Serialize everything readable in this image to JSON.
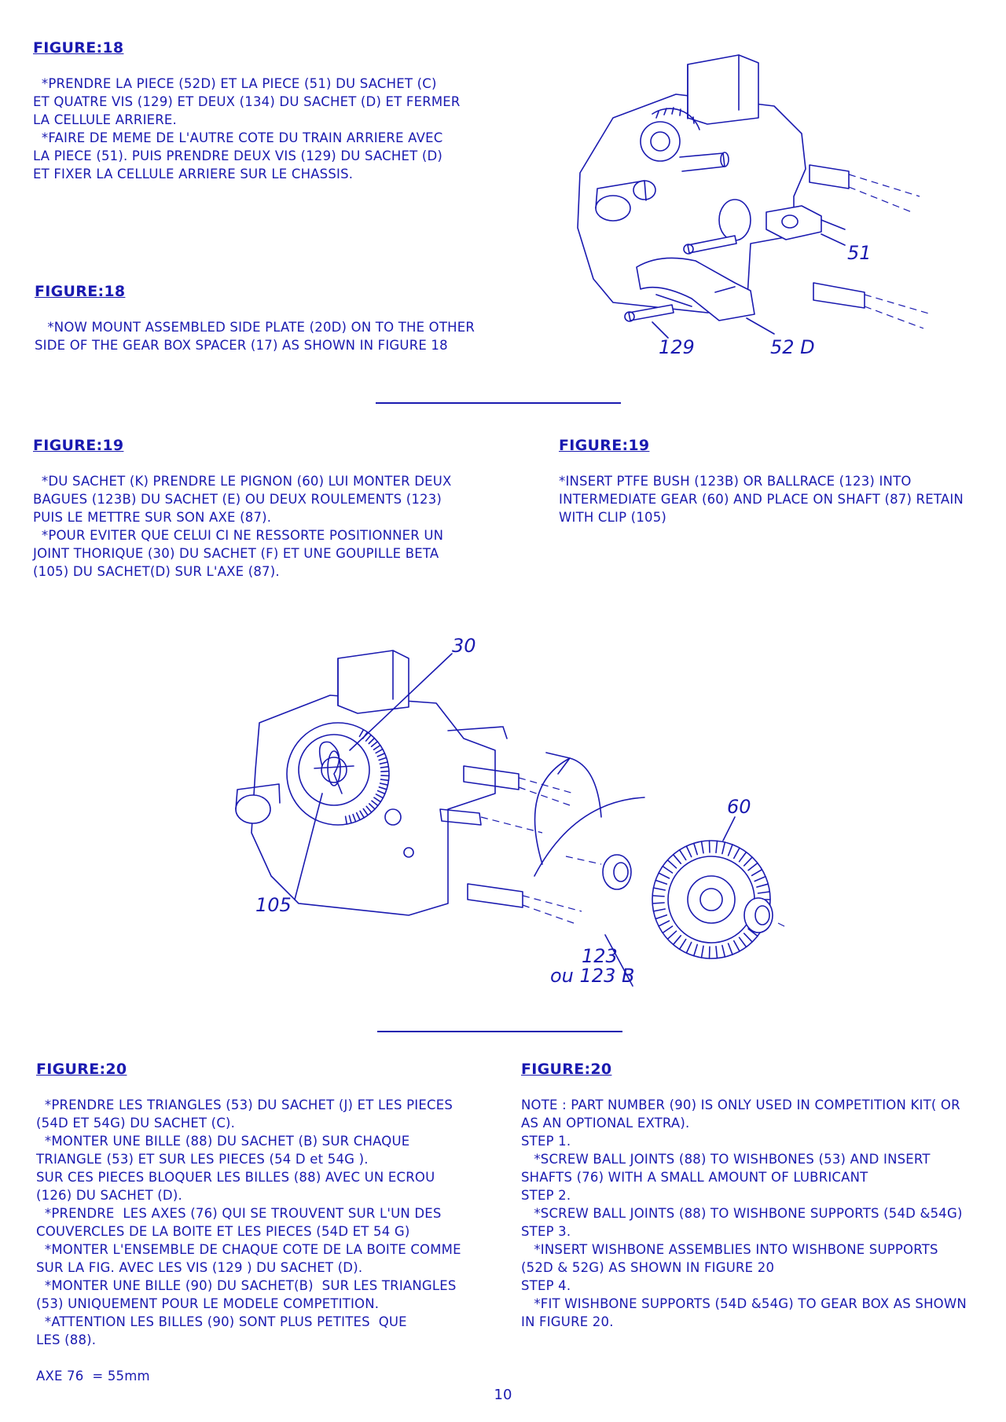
{
  "sections": {
    "fig18_fr": {
      "heading": "FIGURE:18",
      "lines": [
        "  *PRENDRE LA PIECE (52D) ET LA PIECE (51) DU SACHET (C)",
        "ET QUATRE VIS (129) ET DEUX (134) DU SACHET (D) ET FERMER",
        "LA CELLULE ARRIERE.",
        "  *FAIRE DE MEME DE L'AUTRE COTE DU TRAIN ARRIERE AVEC",
        "LA PIECE (51). PUIS PRENDRE DEUX VIS (129) DU SACHET (D)",
        "ET FIXER LA CELLULE ARRIERE SUR LE CHASSIS."
      ]
    },
    "fig18_en": {
      "heading": "FIGURE:18",
      "lines": [
        "   *NOW MOUNT ASSEMBLED SIDE PLATE (20D) ON TO THE OTHER",
        "SIDE OF THE GEAR BOX SPACER (17) AS SHOWN IN FIGURE 18"
      ]
    },
    "fig19_fr": {
      "heading": "FIGURE:19",
      "lines": [
        "  *DU SACHET (K) PRENDRE LE PIGNON (60) LUI MONTER DEUX",
        "BAGUES (123B) DU SACHET (E) OU DEUX ROULEMENTS (123)",
        "PUIS LE METTRE SUR SON AXE (87).",
        "  *POUR EVITER QUE CELUI CI NE RESSORTE POSITIONNER UN",
        "JOINT THORIQUE (30) DU SACHET (F) ET UNE GOUPILLE BETA",
        "(105) DU SACHET(D) SUR L'AXE (87)."
      ]
    },
    "fig19_en": {
      "heading": "FIGURE:19",
      "lines": [
        "*INSERT PTFE BUSH (123B) OR BALLRACE (123) INTO",
        "INTERMEDIATE GEAR (60) AND PLACE ON SHAFT (87) RETAIN",
        "WITH CLIP (105)"
      ]
    },
    "fig20_fr": {
      "heading": "FIGURE:20",
      "lines": [
        "  *PRENDRE LES TRIANGLES (53) DU SACHET (J) ET LES PIECES",
        "(54D ET 54G) DU SACHET (C).",
        "  *MONTER UNE BILLE (88) DU SACHET (B) SUR CHAQUE",
        "TRIANGLE (53) ET SUR LES PIECES (54 D et 54G ).",
        "SUR CES PIECES BLOQUER LES BILLES (88) AVEC UN ECROU",
        "(126) DU SACHET (D).",
        "  *PRENDRE  LES AXES (76) QUI SE TROUVENT SUR L'UN DES",
        "COUVERCLES DE LA BOITE ET LES PIECES (54D ET 54 G)",
        "  *MONTER L'ENSEMBLE DE CHAQUE COTE DE LA BOITE COMME",
        "SUR LA FIG. AVEC LES VIS (129 ) DU SACHET (D).",
        "  *MONTER UNE BILLE (90) DU SACHET(B)  SUR LES TRIANGLES",
        "(53) UNIQUEMENT POUR LE MODELE COMPETITION.",
        "  *ATTENTION LES BILLES (90) SONT PLUS PETITES  QUE",
        "LES (88)."
      ],
      "note": "AXE 76  = 55mm"
    },
    "fig20_en": {
      "heading": "FIGURE:20",
      "lines": [
        "NOTE : PART NUMBER (90) IS ONLY USED IN COMPETITION KIT( OR",
        "AS AN OPTIONAL EXTRA).",
        "STEP 1.",
        "   *SCREW BALL JOINTS (88) TO WISHBONES (53) AND INSERT",
        "SHAFTS (76) WITH A SMALL AMOUNT OF LUBRICANT",
        "STEP 2.",
        "   *SCREW BALL JOINTS (88) TO WISHBONE SUPPORTS (54D &54G)",
        "STEP 3.",
        "   *INSERT WISHBONE ASSEMBLIES INTO WISHBONE SUPPORTS",
        "(52D & 52G) AS SHOWN IN FIGURE 20",
        "STEP 4.",
        "   *FIT WISHBONE SUPPORTS (54D &54G) TO GEAR BOX AS SHOWN",
        "IN FIGURE 20."
      ]
    }
  },
  "diagram18": {
    "labels": {
      "part51": "51",
      "part129": "129",
      "part52d": "52 D"
    }
  },
  "diagram19": {
    "labels": {
      "part30": "30",
      "part60": "60",
      "part105": "105",
      "part123": "123",
      "part123b": "ou 123 B"
    }
  },
  "page_number": "10",
  "colors": {
    "ink": "#1a1ab0",
    "paper": "#ffffff"
  }
}
